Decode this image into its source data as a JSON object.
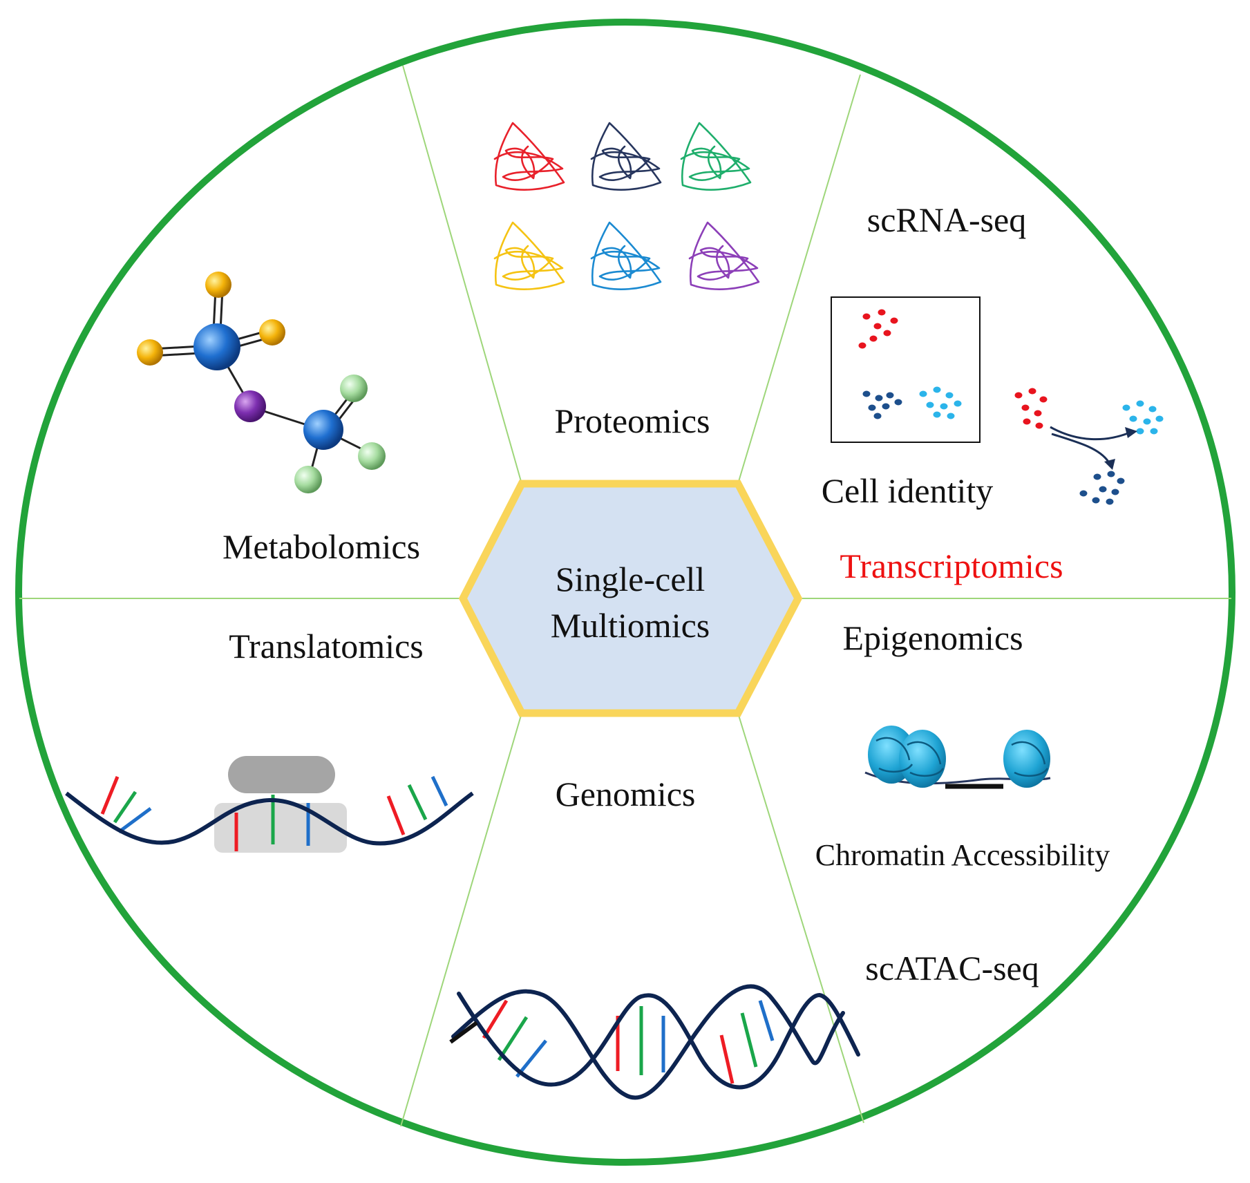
{
  "center": {
    "line1": "Single-cell",
    "line2": "Multiomics"
  },
  "sectors": {
    "proteomics": {
      "title": "Proteomics"
    },
    "metabolomics": {
      "title": "Metabolomics"
    },
    "translatomics": {
      "title": "Translatomics"
    },
    "genomics": {
      "title": "Genomics"
    },
    "transcriptomics": {
      "title": "Transcriptomics",
      "method": "scRNA-seq",
      "feature": "Cell identity"
    },
    "epigenomics": {
      "title": "Epigenomics",
      "feature": "Chromatin Accessibility",
      "method": "scATAC-seq"
    }
  },
  "colors": {
    "outer_ring": "#22a33a",
    "divider_lines": "#9ed67a",
    "hexagon_fill": "#d4e1f2",
    "hexagon_border": "#f9d55a",
    "transcriptomics_title": "#ee1111",
    "dna_backbone": "#0d2450",
    "base_red": "#ee1c24",
    "base_green": "#1aa64a",
    "base_blue": "#1f6fc9",
    "cluster_red": "#e8141e",
    "cluster_dark_blue": "#1d4f8c",
    "cluster_light_blue": "#2bb4ea",
    "nucleosome": "#1fa4d4"
  },
  "protein_colors": [
    "#e8212b",
    "#27365e",
    "#1fae6c",
    "#f5c313",
    "#1b8ad1",
    "#8c3fb8"
  ]
}
